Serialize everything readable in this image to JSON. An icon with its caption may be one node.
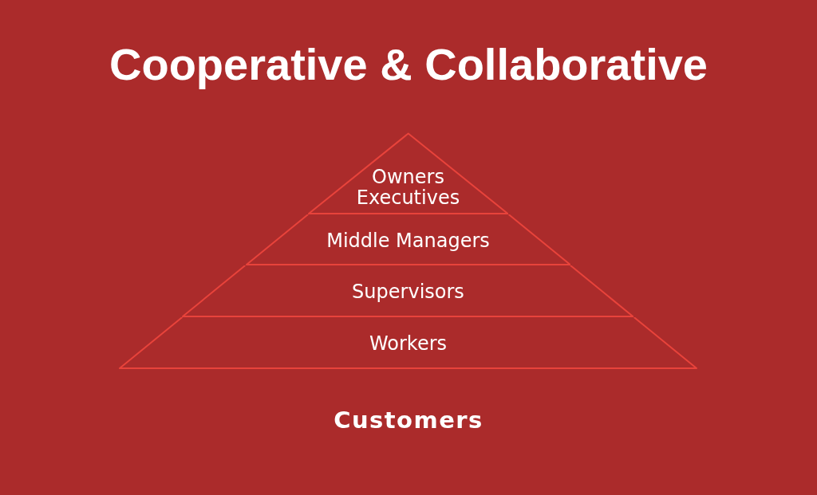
{
  "diagram": {
    "title": "Cooperative & Collaborative",
    "nodes": [
      {
        "text": [
          "Owners Executives"
        ]
      },
      {
        "text": [
          "Middle Managers"
        ]
      },
      {
        "text": [
          "Supervisors"
        ]
      },
      {
        "text": [
          "Workers"
        ]
      }
    ],
    "labels": [
      "Customers"
    ]
  }
}
